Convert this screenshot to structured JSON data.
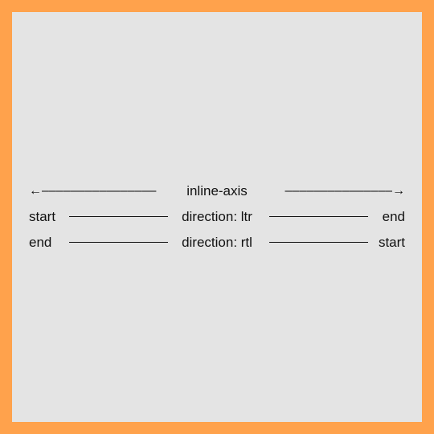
{
  "axis": {
    "left_arrow": "←––––––––––––––––",
    "label": "inline-axis",
    "right_arrow": "–––––––––––––––→"
  },
  "rows": [
    {
      "left": "start",
      "center": "direction: ltr",
      "right": "end"
    },
    {
      "left": "end",
      "center": "direction: rtl",
      "right": "start"
    }
  ],
  "colors": {
    "frame": "#ffa24c",
    "panel": "#e4e4e4",
    "ink": "#111111"
  }
}
